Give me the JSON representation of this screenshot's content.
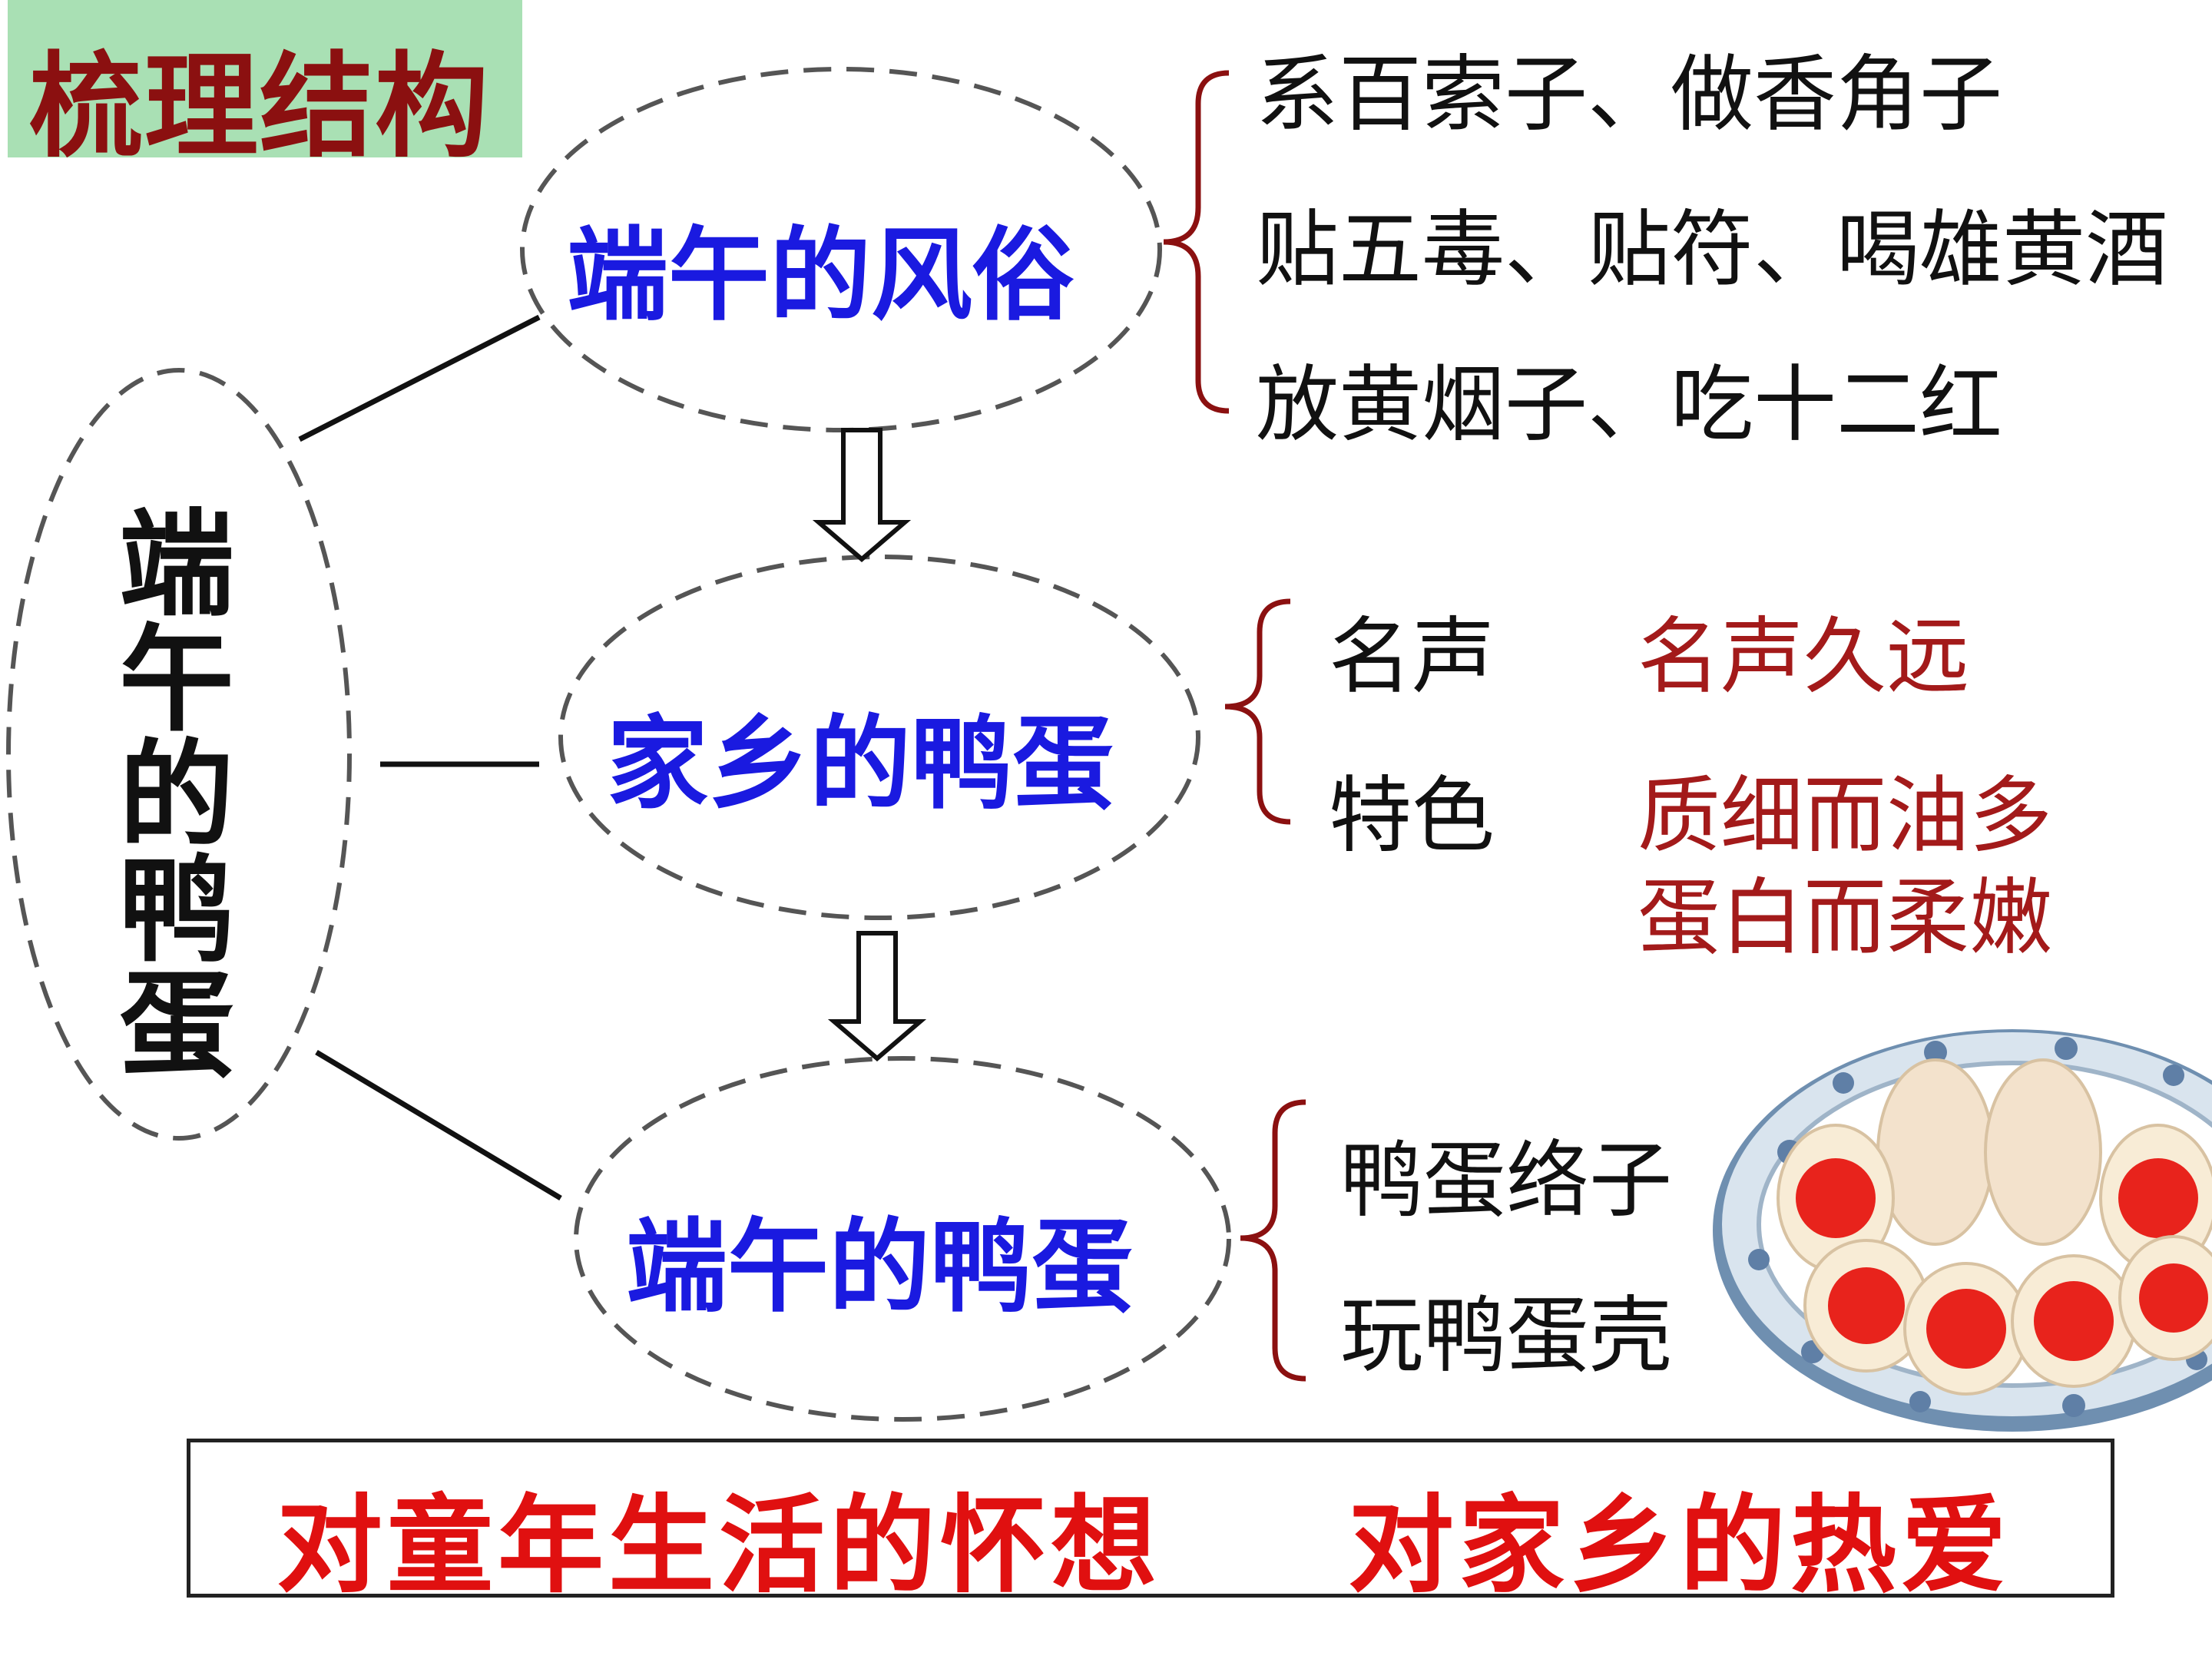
{
  "title": "梳理结构",
  "root": {
    "label": "端午的鸭蛋",
    "chars": [
      "端",
      "午",
      "的",
      "鸭",
      "蛋"
    ]
  },
  "nodes": [
    {
      "label": "端午的风俗",
      "items": [
        "系百索子、做香角子",
        "贴五毒、贴符、喝雄黄酒",
        "放黄烟子、吃十二红"
      ]
    },
    {
      "label": "家乡的鸭蛋",
      "items": [
        {
          "term": "名声",
          "desc": "名声久远"
        },
        {
          "term": "特色",
          "desc": "质细而油多",
          "desc2": "蛋白而柔嫩"
        }
      ]
    },
    {
      "label": "端午的鸭蛋",
      "items": [
        "鸭蛋络子",
        "玩鸭蛋壳"
      ]
    }
  ],
  "summary": [
    "对童年生活的怀想",
    "对家乡的热爱"
  ],
  "colors": {
    "node_text": "#1a1ae0",
    "brace": "#8b1010",
    "red_text": "#a31a1a",
    "summary": "#e01010",
    "title_bg": "#a9e0b4",
    "title_text": "#8b1010"
  },
  "image": {
    "icon": "salted-duck-egg-plate-illustration"
  }
}
